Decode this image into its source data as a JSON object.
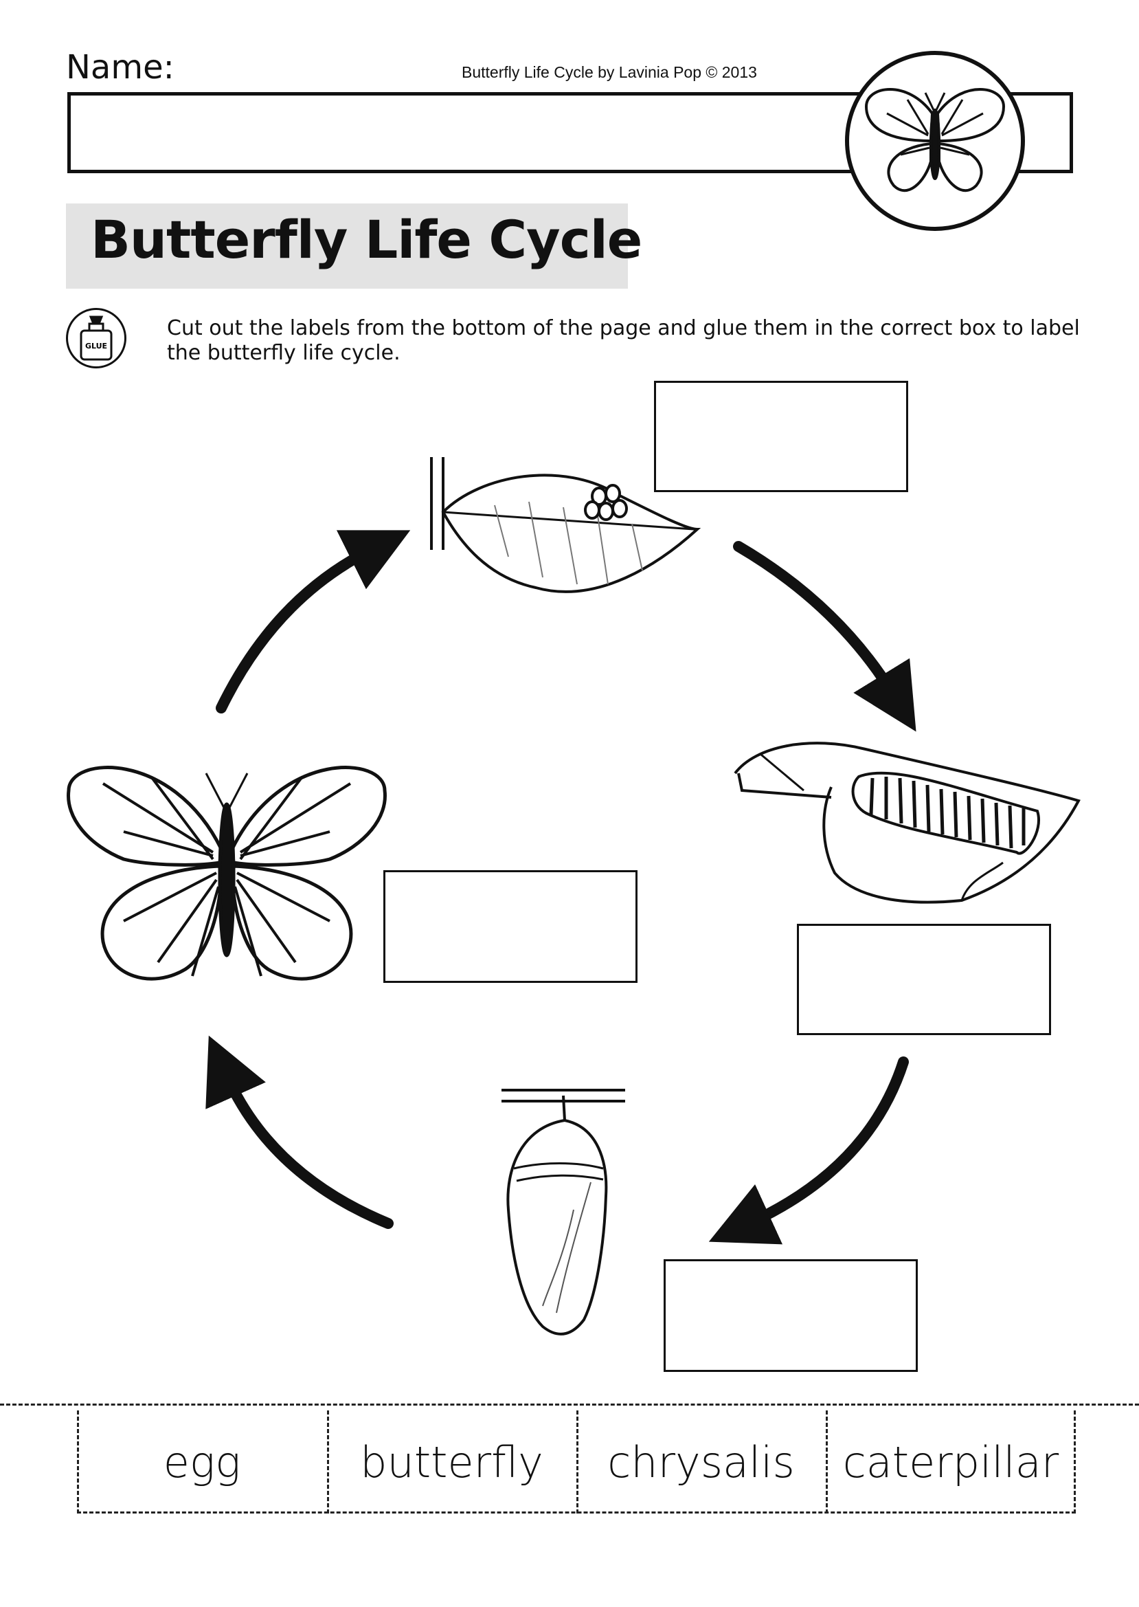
{
  "header": {
    "name_label": "Name:",
    "credit": "Butterfly Life Cycle by Lavinia Pop © 2013"
  },
  "title": "Butterfly Life Cycle",
  "instructions": {
    "icon": "glue-bottle-icon",
    "icon_text": "GLUE",
    "text": "Cut out the labels from the bottom of the page and glue them in the correct box to label the butterfly life cycle."
  },
  "cycle_stages": [
    {
      "icon": "egg-on-leaf-icon"
    },
    {
      "icon": "caterpillar-on-leaf-icon"
    },
    {
      "icon": "chrysalis-icon"
    },
    {
      "icon": "butterfly-icon"
    }
  ],
  "cut_labels": [
    "egg",
    "butterfly",
    "chrysalis",
    "caterpillar"
  ]
}
